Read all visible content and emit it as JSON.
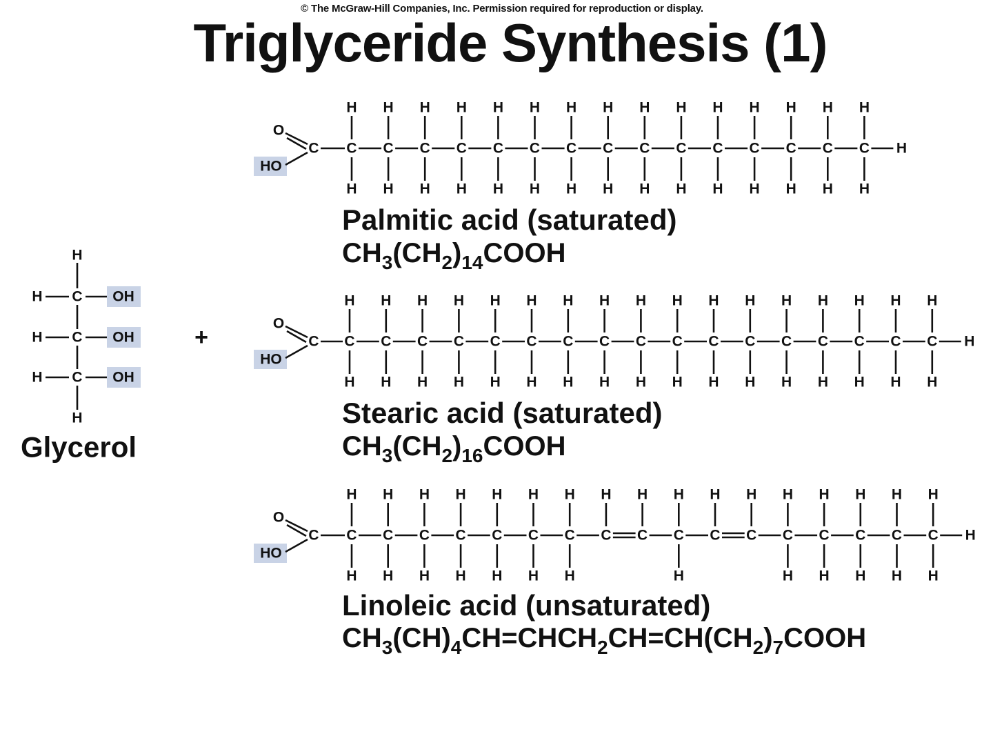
{
  "copyright": "© The McGraw-Hill Companies, Inc. Permission required for reproduction or display.",
  "title": "Triglyceride Synthesis (1)",
  "plus": "+",
  "atoms": {
    "C": "C",
    "H": "H",
    "O": "O",
    "OH": "OH",
    "HO": "HO"
  },
  "glycerol": {
    "name": "Glycerol",
    "hydroxyl_count": 3
  },
  "acids": [
    {
      "name": "Palmitic acid (saturated)",
      "chain_carbons": 15,
      "formula_parts": [
        {
          "t": "CH"
        },
        {
          "t": "3",
          "sub": true
        },
        {
          "t": "(CH"
        },
        {
          "t": "2",
          "sub": true
        },
        {
          "t": ")"
        },
        {
          "t": "14",
          "sub": true
        },
        {
          "t": "COOH"
        }
      ]
    },
    {
      "name": "Stearic acid (saturated)",
      "chain_carbons": 17,
      "formula_parts": [
        {
          "t": "CH"
        },
        {
          "t": "3",
          "sub": true
        },
        {
          "t": "(CH"
        },
        {
          "t": "2",
          "sub": true
        },
        {
          "t": ")"
        },
        {
          "t": "16",
          "sub": true
        },
        {
          "t": "COOH"
        }
      ]
    },
    {
      "name": "Linoleic acid (unsaturated)",
      "chain_carbons": 17,
      "double_bonds_after_carbon": [
        8,
        11
      ],
      "formula_parts": [
        {
          "t": "CH"
        },
        {
          "t": "3",
          "sub": true
        },
        {
          "t": "(CH)"
        },
        {
          "t": "4",
          "sub": true
        },
        {
          "t": "CH=CHCH"
        },
        {
          "t": "2",
          "sub": true
        },
        {
          "t": "CH=CH(CH"
        },
        {
          "t": "2",
          "sub": true
        },
        {
          "t": ")"
        },
        {
          "t": "7",
          "sub": true
        },
        {
          "t": "COOH"
        }
      ]
    }
  ],
  "colors": {
    "hydroxyl_highlight": "#c9d3e6",
    "text": "#111111"
  }
}
